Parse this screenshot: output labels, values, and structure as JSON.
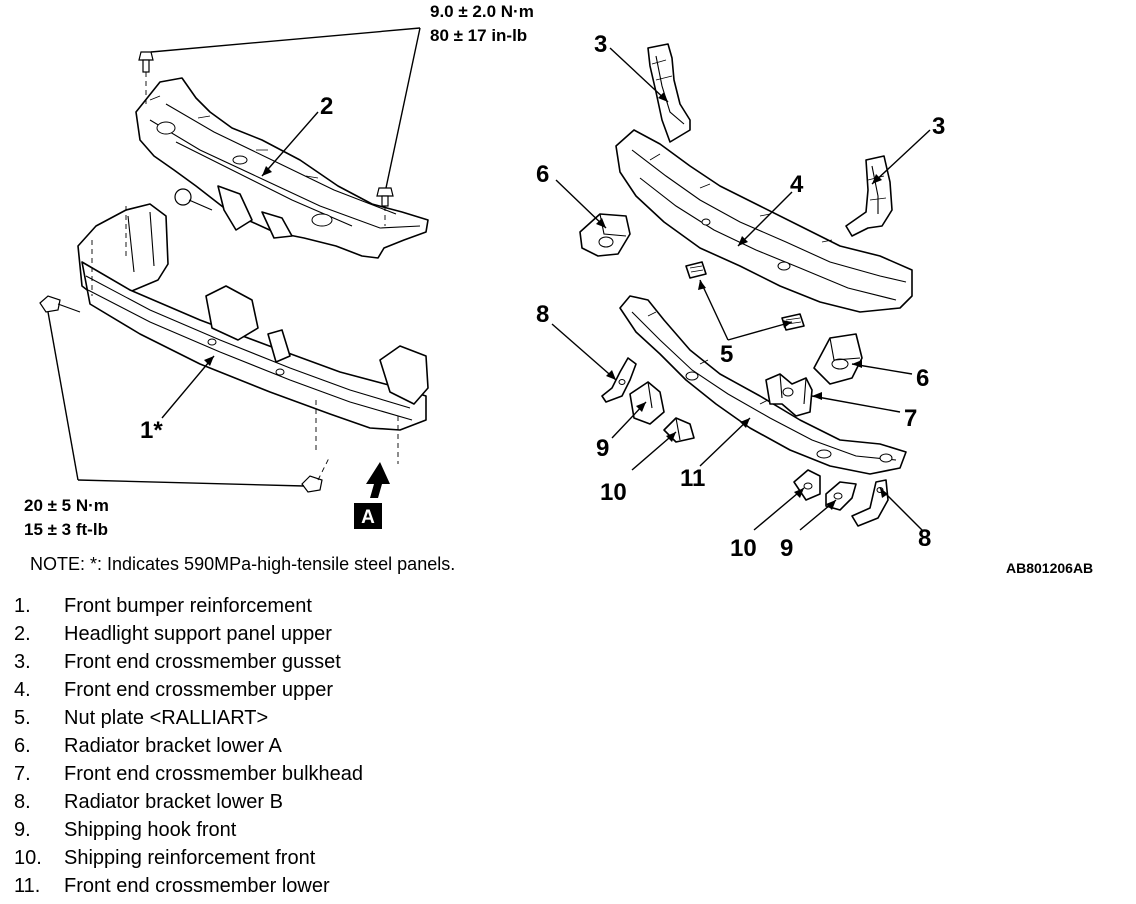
{
  "callouts": {
    "c1": "1*",
    "c2": "2",
    "c3a": "3",
    "c3b": "3",
    "c4": "4",
    "c5": "5",
    "c6a": "6",
    "c6b": "6",
    "c7": "7",
    "c8a": "8",
    "c8b": "8",
    "c9a": "9",
    "c9b": "9",
    "c10a": "10",
    "c10b": "10",
    "c11": "11"
  },
  "torque_upper": {
    "line1": "9.0 ± 2.0 N·m",
    "line2": "80 ± 17 in-lb"
  },
  "torque_lower": {
    "line1": "20 ± 5 N·m",
    "line2": "15 ± 3 ft-lb"
  },
  "view_label": "A",
  "note": "NOTE: *: Indicates 590MPa-high-tensile steel panels.",
  "figure_id": "AB801206AB",
  "legend": [
    {
      "num": "1.",
      "label": "Front bumper reinforcement"
    },
    {
      "num": "2.",
      "label": "Headlight support panel upper"
    },
    {
      "num": "3.",
      "label": "Front end crossmember gusset"
    },
    {
      "num": "4.",
      "label": "Front end crossmember upper"
    },
    {
      "num": "5.",
      "label": "Nut plate <RALLIART>"
    },
    {
      "num": "6.",
      "label": "Radiator bracket lower A"
    },
    {
      "num": "7.",
      "label": "Front end crossmember bulkhead"
    },
    {
      "num": "8.",
      "label": "Radiator bracket lower B"
    },
    {
      "num": "9.",
      "label": "Shipping hook front"
    },
    {
      "num": "10.",
      "label": "Shipping reinforcement front"
    },
    {
      "num": "11.",
      "label": "Front end crossmember lower"
    }
  ]
}
